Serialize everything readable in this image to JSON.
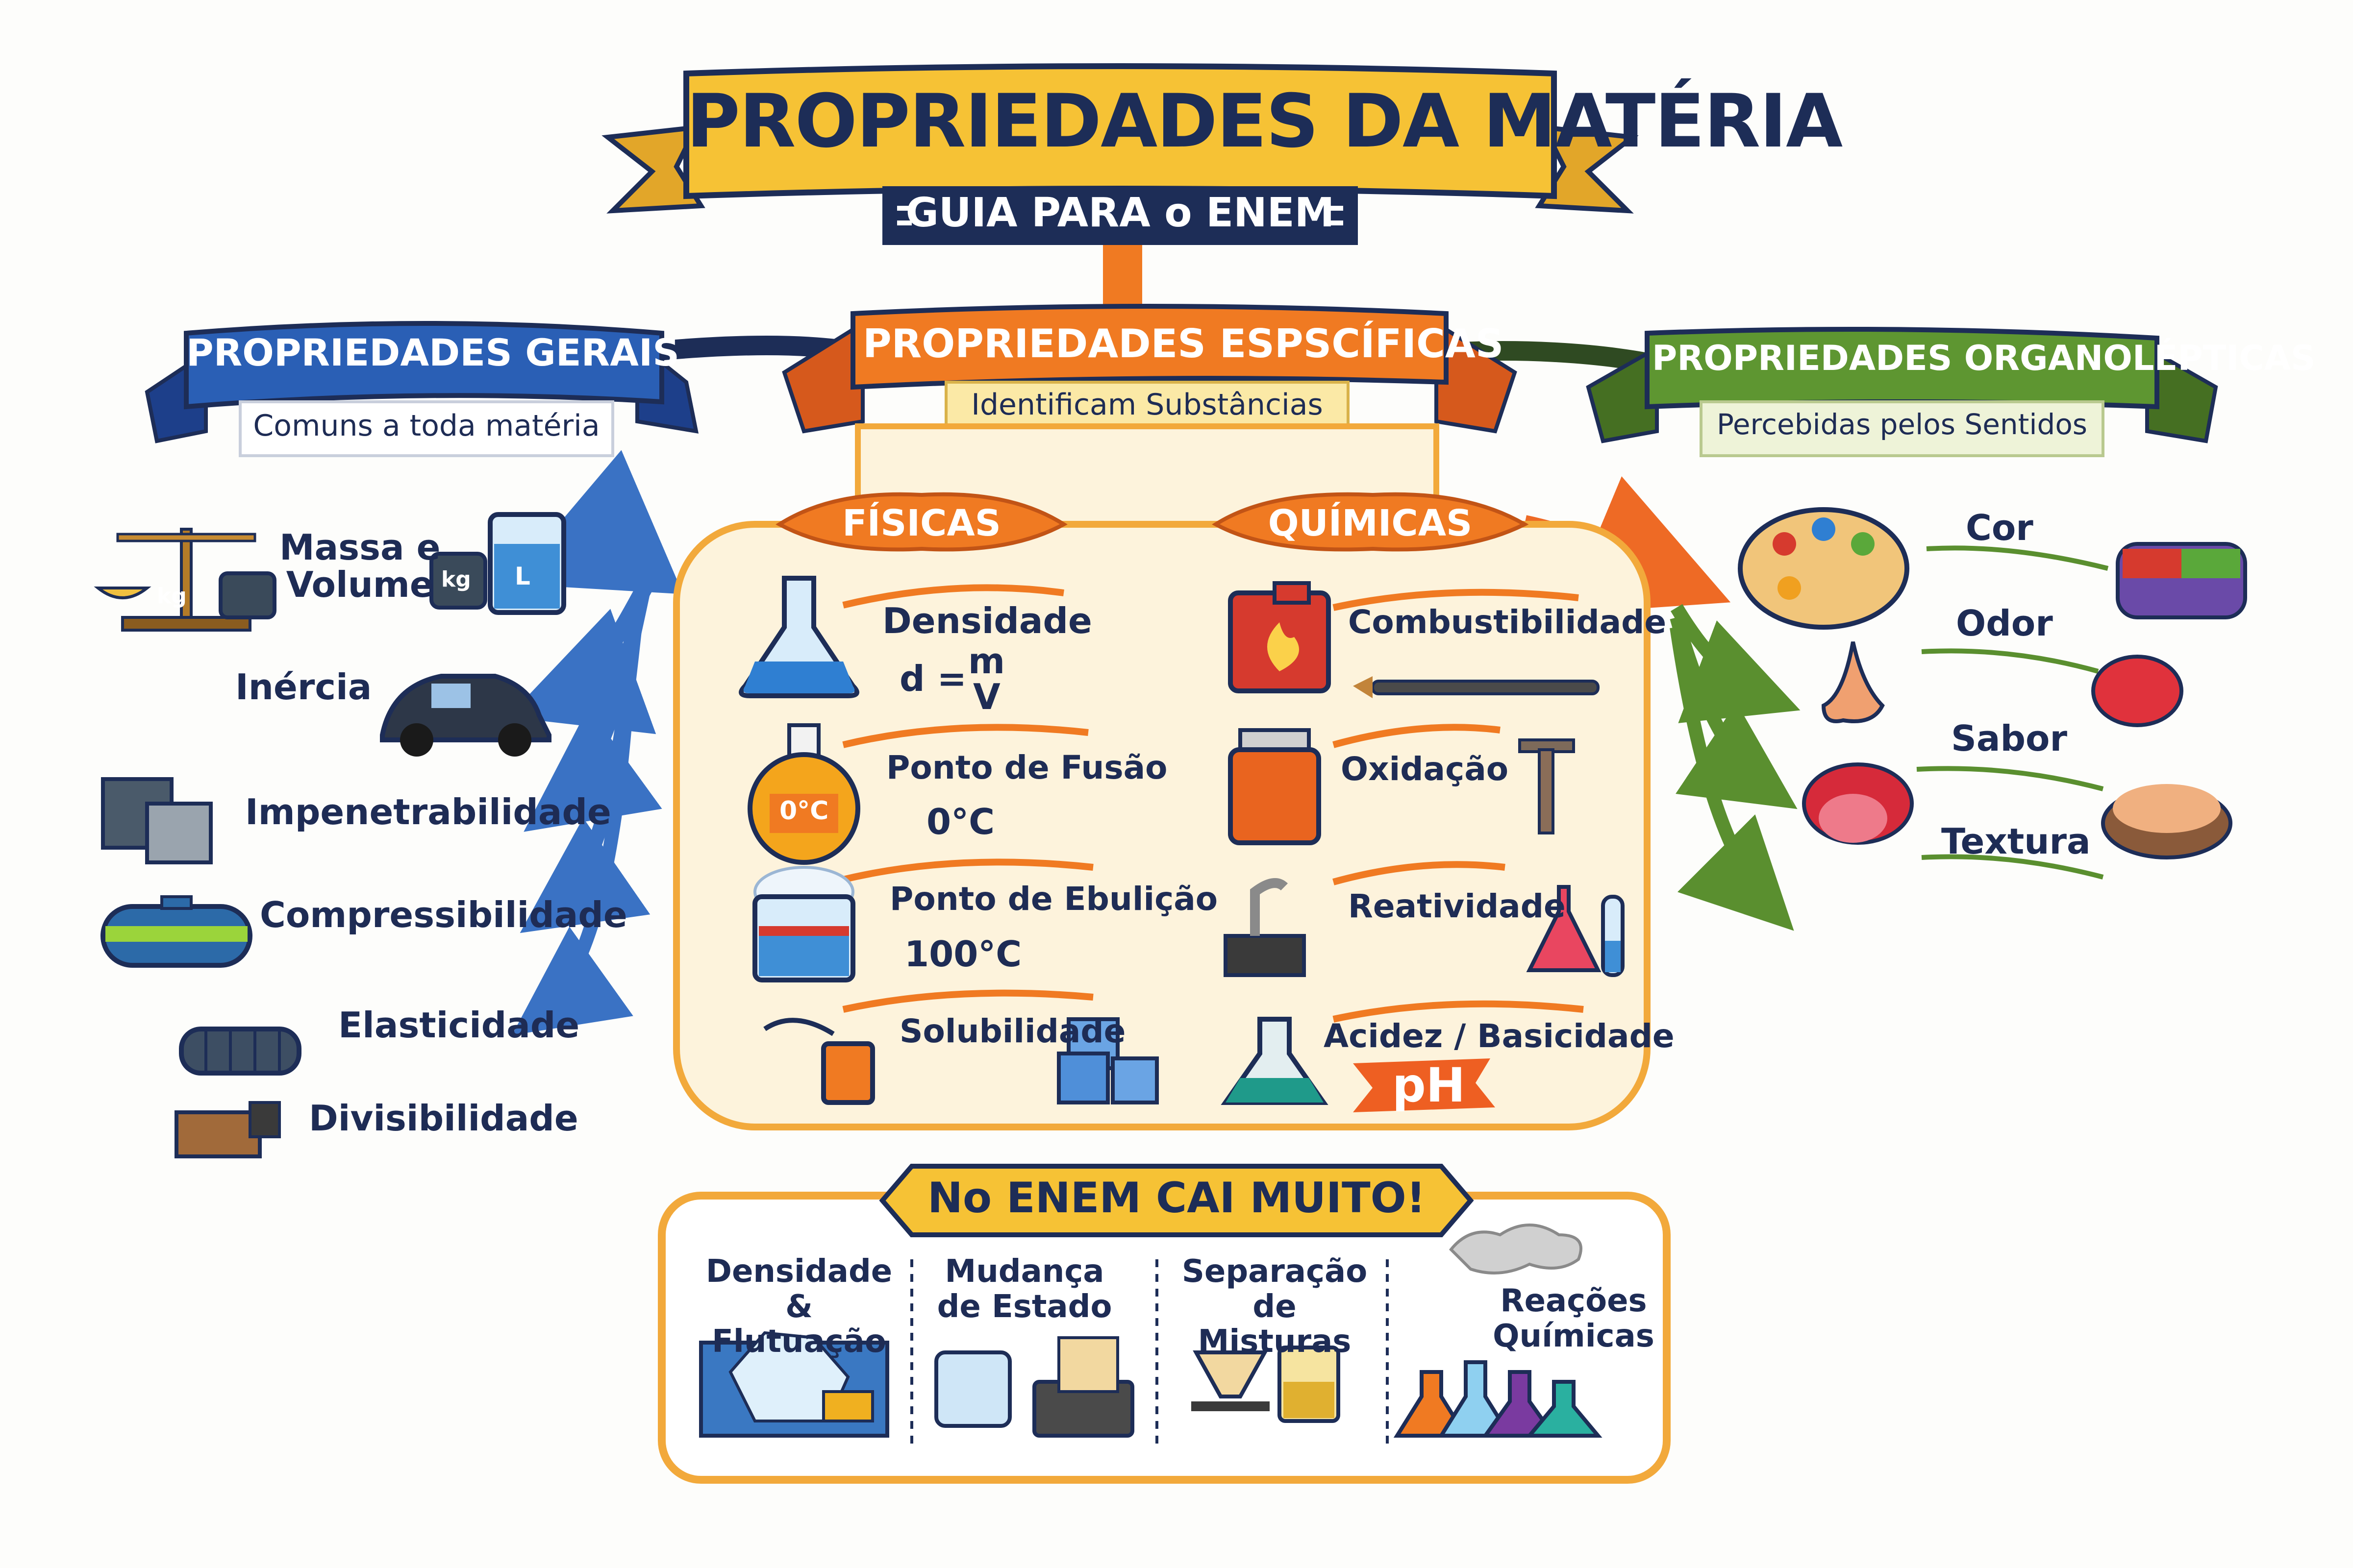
{
  "title": "PROPRIEDADES DA MATÉRIA",
  "subtitle": "GUIA PARA o ENEM",
  "colors": {
    "navy": "#1d2d57",
    "gold": "#f6c235",
    "orange": "#f07a22",
    "blue": "#2a5fb5",
    "green": "#5a8f2f",
    "panel": "#fdf3dc"
  },
  "gerais": {
    "title": "PROPRIEDADES GERAIS",
    "subtitle": "Comuns a toda matéria",
    "items": [
      "Massa e\nVolume",
      "Inércia",
      "Impenetrabilidade",
      "Compressibilidade",
      "Elasticidade",
      "Divisibilidade"
    ],
    "icons": [
      "balance-scale-icon",
      "car-icon",
      "blocks-icon",
      "gas-tank-icon",
      "spring-icon",
      "wood-block-icon"
    ],
    "weight_label": "kg",
    "volume_label": "L"
  },
  "especificas": {
    "title": "PROPRIEDADES ESPSCÍFICAS",
    "subtitle": "Identificam Substâncias",
    "fisicas": {
      "label": "FÍSICAS",
      "items": [
        {
          "name": "Densidade",
          "formula_left": "d =",
          "formula_num": "m",
          "formula_den": "V"
        },
        {
          "name": "Ponto de Fusão",
          "value": "0°C",
          "icon_text": "0°C"
        },
        {
          "name": "Ponto de Ebulição",
          "value": "100°C"
        },
        {
          "name": "Solubilidade"
        }
      ]
    },
    "quimicas": {
      "label": "QUÍMICAS",
      "items": [
        {
          "name": "Combustibilidade"
        },
        {
          "name": "Oxidação"
        },
        {
          "name": "Reatividade"
        },
        {
          "name": "Acidez / Basicidade",
          "badge": "pH"
        }
      ]
    }
  },
  "organolepticas": {
    "title": "PROPRIEDADES ORGANOLÉPTICAS",
    "subtitle": "Percebidas pelos Sentidos",
    "items": [
      "Cor",
      "Odor",
      "Sabor",
      "Textura"
    ]
  },
  "enem": {
    "title": "No ENEM CAI MUITO!",
    "items": [
      "Densidade &\nFlutuação",
      "Mudança\nde Estado",
      "Separação de\nMisturas",
      "Reações\nQuímicas"
    ]
  }
}
